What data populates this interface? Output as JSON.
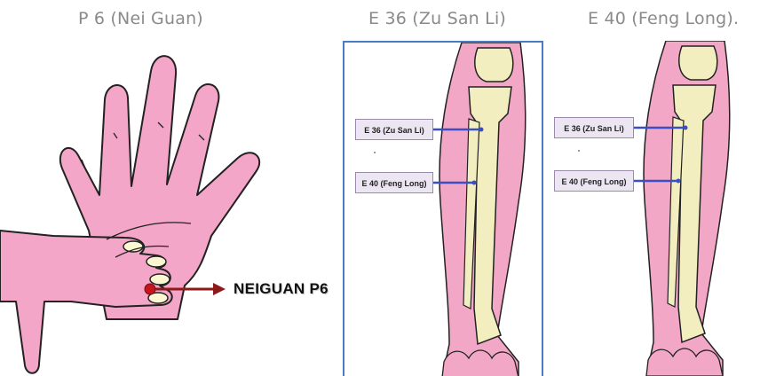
{
  "titles": {
    "hand": "P 6 (Nei Guan)",
    "leg_left": "E 36 (Zu San Li)",
    "leg_right": "E 40 (Feng Long)."
  },
  "hand_panel": {
    "point_label": "NEIGUAN P6",
    "colors": {
      "skin": "#f4a6c8",
      "outline": "#222222",
      "point": "#c4161c",
      "arrow": "#8b1a1a"
    }
  },
  "leg_panels": [
    {
      "labels": [
        "E 36 (Zu San Li)",
        "E 40 (Feng Long)"
      ]
    },
    {
      "labels": [
        "E 36 (Zu San Li)",
        "E 40 (Feng Long)"
      ]
    }
  ],
  "leg_colors": {
    "skin": "#f2a7c6",
    "bone": "#f2eec0",
    "connector": "#3a4fc4",
    "frame": "#4a7cc3"
  }
}
